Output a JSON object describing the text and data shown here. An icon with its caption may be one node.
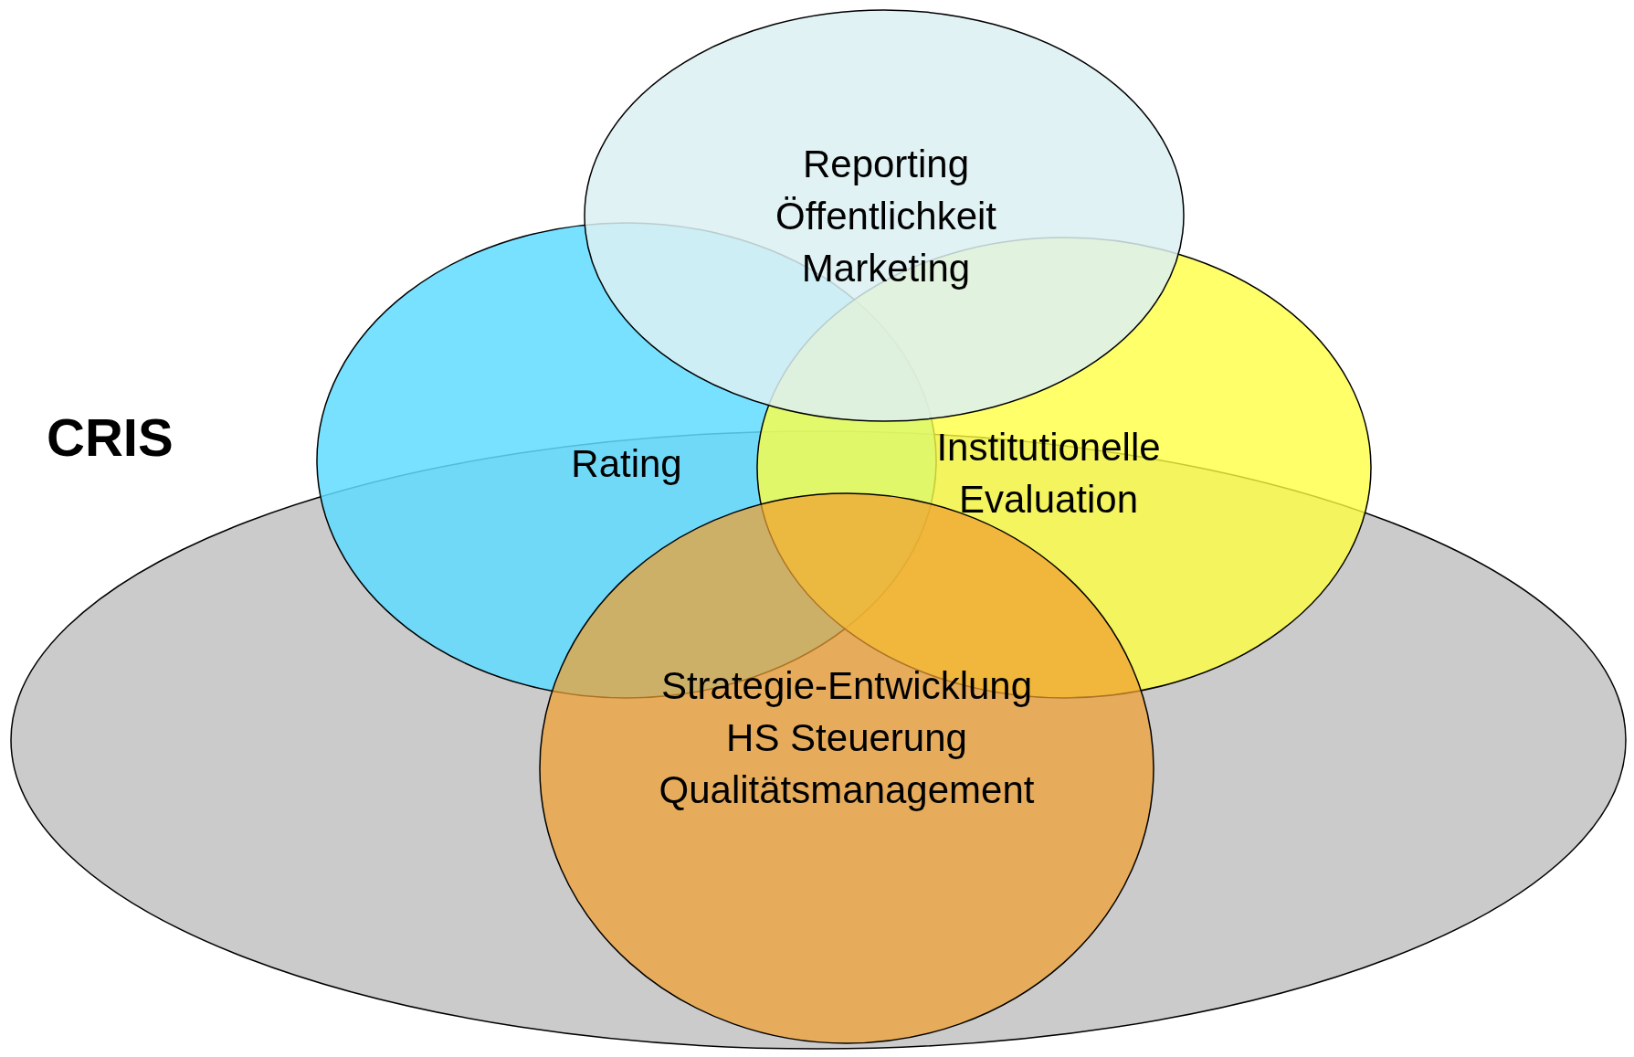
{
  "diagram": {
    "nodes": [
      {
        "text": [
          "Reporting",
          "Öffentlichkeit",
          "Marketing"
        ]
      },
      {
        "text": [
          "CRIS"
        ]
      },
      {
        "text": [
          "Rating"
        ]
      },
      {
        "text": [
          "Institutionelle Evaluation"
        ]
      },
      {
        "text": [
          "Strategie-Entwicklung",
          "HS Steuerung",
          "Qualitätsmanagement"
        ],
        "in": 1
      }
    ]
  }
}
